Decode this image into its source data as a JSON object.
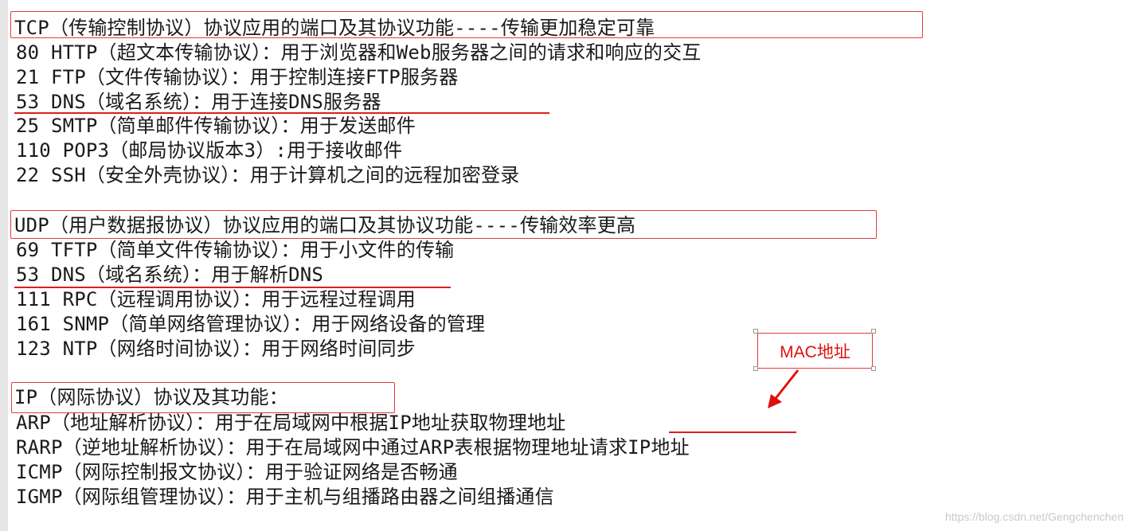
{
  "tcp": {
    "heading": "TCP（传输控制协议）协议应用的端口及其协议功能----传输更加稳定可靠",
    "lines": [
      "80 HTTP（超文本传输协议）：用于浏览器和Web服务器之间的请求和响应的交互",
      "21 FTP（文件传输协议）：用于控制连接FTP服务器",
      "53 DNS（域名系统）：用于连接DNS服务器",
      "25 SMTP（简单邮件传输协议）：用于发送邮件",
      "110 POP3（邮局协议版本3）:用于接收邮件",
      "22 SSH（安全外壳协议）：用于计算机之间的远程加密登录"
    ]
  },
  "udp": {
    "heading": "UDP（用户数据报协议）协议应用的端口及其协议功能----传输效率更高",
    "lines": [
      "69 TFTP（简单文件传输协议）：用于小文件的传输",
      "53 DNS（域名系统）：用于解析DNS",
      "111 RPC（远程调用协议）：用于远程过程调用",
      "161 SNMP（简单网络管理协议）：用于网络设备的管理",
      "123 NTP（网络时间协议）：用于网络时间同步"
    ]
  },
  "ip": {
    "heading": "IP（网际协议）协议及其功能：",
    "lines": [
      "ARP（地址解析协议）：用于在局域网中根据IP地址获取物理地址",
      "RARP（逆地址解析协议）：用于在局域网中通过ARP表根据物理地址请求IP地址",
      "ICMP（网际控制报文协议）：用于验证网络是否畅通",
      "IGMP（网际组管理协议）：用于主机与组播路由器之间组播通信"
    ]
  },
  "annotation": {
    "callout": "MAC地址",
    "color": "#e01010"
  },
  "watermark": "https://blog.csdn.net/Gengchenchen"
}
